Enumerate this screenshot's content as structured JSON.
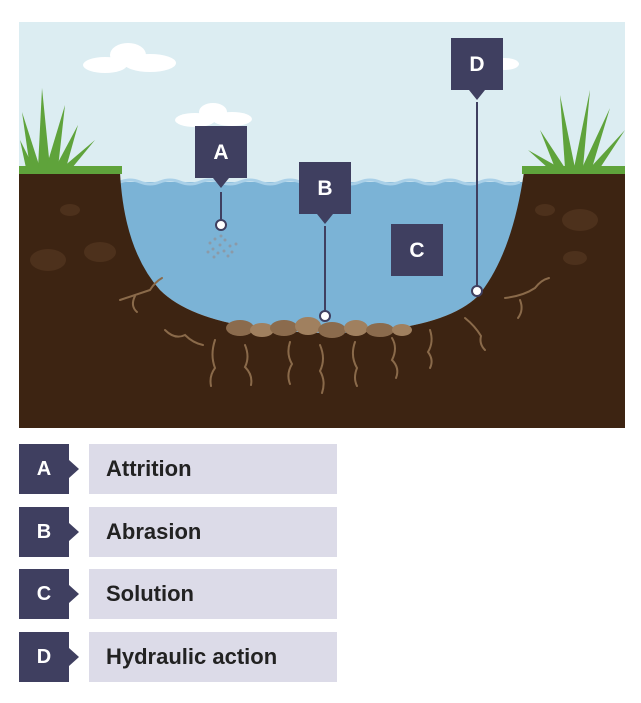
{
  "diagram": {
    "markers": [
      {
        "id": "A",
        "letter": "A"
      },
      {
        "id": "B",
        "letter": "B"
      },
      {
        "id": "C",
        "letter": "C"
      },
      {
        "id": "D",
        "letter": "D"
      }
    ]
  },
  "key": [
    {
      "letter": "A",
      "label": "Attrition"
    },
    {
      "letter": "B",
      "label": "Abrasion"
    },
    {
      "letter": "C",
      "label": "Solution"
    },
    {
      "letter": "D",
      "label": "Hydraulic action"
    }
  ],
  "colors": {
    "sky": "#dcedf2",
    "water": "#7bb3d6",
    "soil": "#3d2412",
    "grass": "#5fa33b",
    "badge": "#3f3f60",
    "key_box": "#dcdbe8"
  }
}
